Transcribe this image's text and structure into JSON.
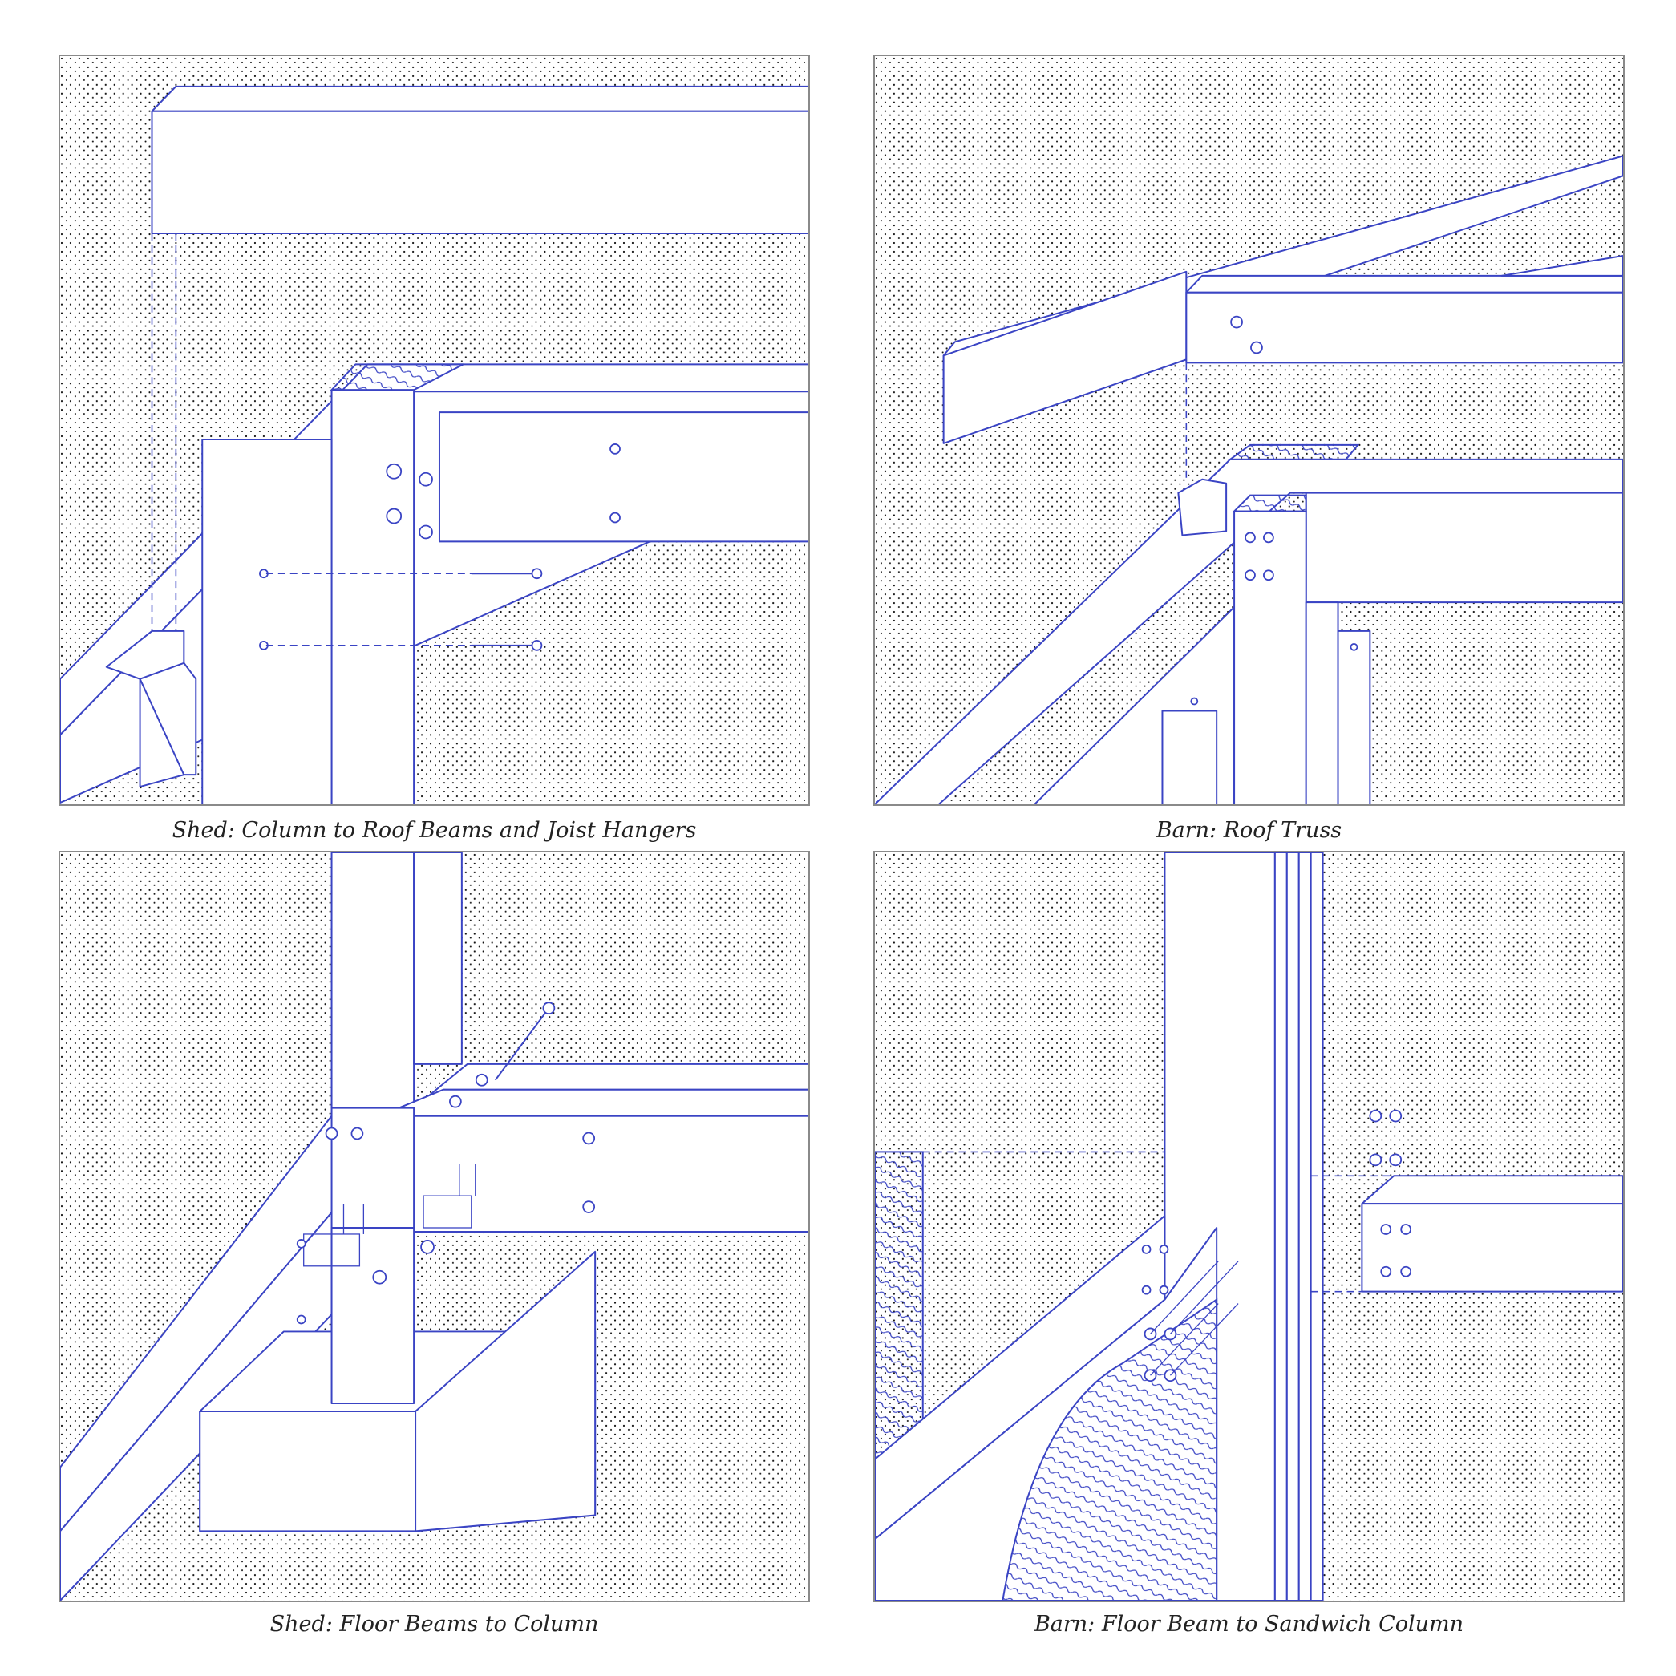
{
  "colors": {
    "line": "#3a44c4",
    "stipple": "#111111",
    "caption": "#222222",
    "frame": "#8a8a8a"
  },
  "panels": [
    {
      "caption": "Shed: Column to Roof  Beams and Joist Hangers"
    },
    {
      "caption": "Barn: Roof  Truss"
    },
    {
      "caption": "Shed: Floor Beams to Column"
    },
    {
      "caption": "Barn: Floor Beam to Sandwich Column"
    }
  ]
}
